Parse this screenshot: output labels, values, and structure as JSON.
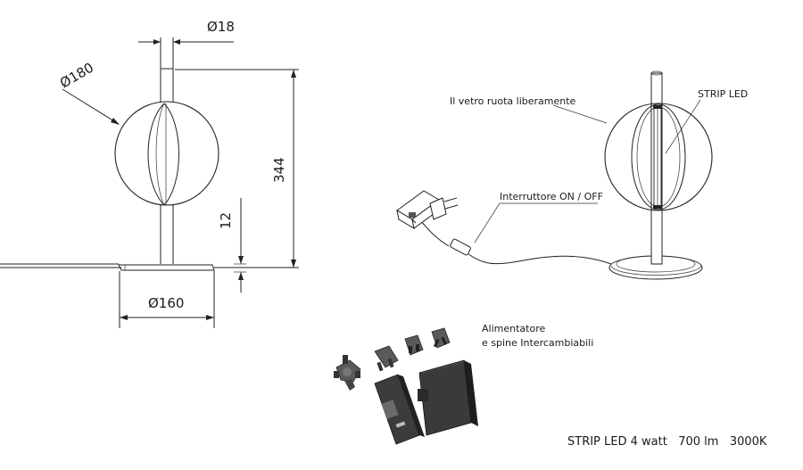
{
  "drawing": {
    "dim_pole_diameter": "Ø18",
    "dim_sphere_diameter": "Ø180",
    "dim_total_height": "344",
    "dim_base_height": "12",
    "dim_base_diameter": "Ø160"
  },
  "labels": {
    "glass_rotates": "Il vetro ruota liberamente",
    "strip_led": "STRIP LED",
    "switch": "Interruttore ON / OFF",
    "power_supply_line1": "Alimentatore",
    "power_supply_line2": "e spine Intercambiabili"
  },
  "spec": {
    "text": "STRIP LED 4 watt   700 lm   3000K"
  }
}
